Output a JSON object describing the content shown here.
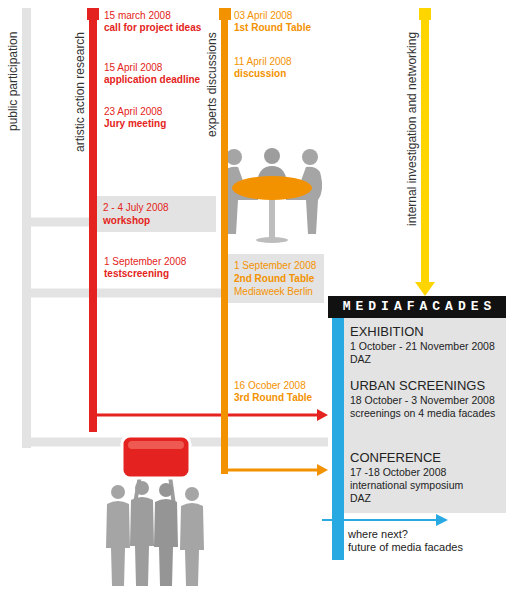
{
  "diagram": {
    "nodes": [
      {
        "text": [
          "public participation"
        ]
      },
      {
        "text": [
          "artistic action research"
        ]
      },
      {
        "text": [
          "experts discussions"
        ]
      },
      {
        "text": [
          "internal investigation and networking"
        ]
      },
      {
        "text": [
          "2 - 4 July 2008",
          "workshop"
        ]
      },
      {
        "text": [
          "1 September 2008",
          "2nd Round Table",
          "Mediaweek Berlin"
        ]
      },
      {
        "text": [
          "MEDIAFACADES"
        ]
      },
      {
        "text": [
          "EXHIBITION",
          "1 October - 21 November 2008",
          "DAZ"
        ],
        "in": 6
      },
      {
        "text": [
          "URBAN SCREENINGS",
          "18 October - 3 November 2008",
          "screenings on 4 media facades"
        ],
        "in": 6
      },
      {
        "text": [
          "CONFERENCE",
          "17 -18 October 2008",
          "international symposium",
          "DAZ"
        ],
        "in": 6
      }
    ],
    "edges": [
      {
        "from": 0,
        "to": 4,
        "arrow": "none"
      },
      {
        "from": 0,
        "to": 5,
        "arrow": "none"
      },
      {
        "from": 0,
        "to": 6,
        "arrow": "none"
      },
      {
        "from": 1,
        "to": 8,
        "arrow": "to"
      },
      {
        "from": 2,
        "to": 9,
        "arrow": "to"
      },
      {
        "from": 3,
        "to": 6,
        "arrow": "to"
      }
    ],
    "labels": [
      "15 march 2008",
      "call for project ideas",
      "15 April 2008",
      "application deadline",
      "23 April 2008",
      "Jury meeting",
      "1 September 2008",
      "testscreening",
      "03 April 2008",
      "1st Round Table",
      "11 April 2008",
      "discussion",
      "16 Ocober 2008",
      "3rd Round Table",
      "where next?",
      "future of media facades"
    ]
  }
}
